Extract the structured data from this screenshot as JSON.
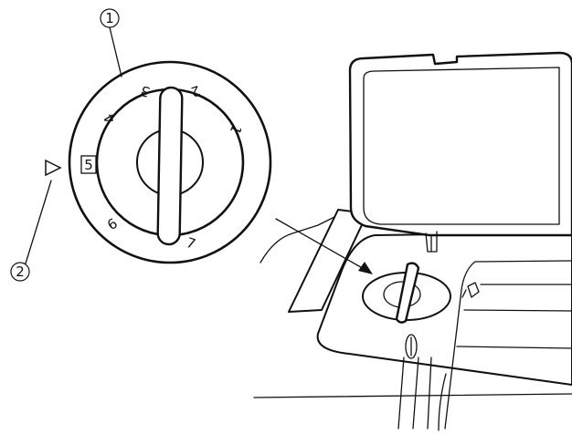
{
  "callouts": {
    "one": "1",
    "two": "2"
  },
  "dial": {
    "numbers": [
      "1",
      "2",
      "3",
      "4",
      "5",
      "6",
      "7"
    ],
    "selected": "5"
  },
  "icons": {
    "pointer": "triangle-pointer-icon"
  }
}
